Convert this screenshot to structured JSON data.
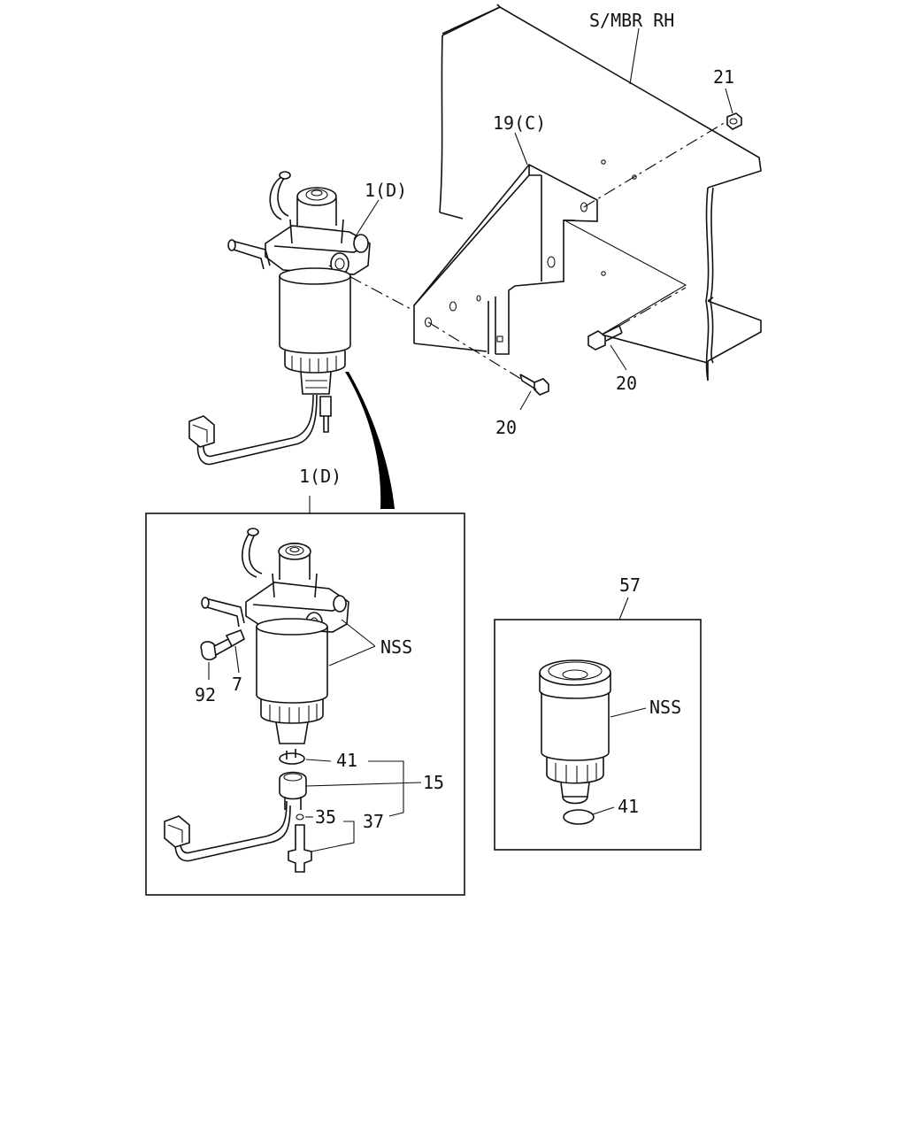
{
  "labels": {
    "frame_member": "S/MBR RH",
    "nut": "21",
    "bracket": "19(C)",
    "filter_assy_main": "1(D)",
    "bolt_right": "20",
    "bolt_left": "20",
    "filter_assy_box": "1(D)",
    "nss_box1": "NSS",
    "part_92": "92",
    "part_7": "7",
    "oring_box1": "41",
    "part_15": "15",
    "part_35": "35",
    "part_37": "37",
    "element_kit": "57",
    "nss_box2": "NSS",
    "oring_box2": "41"
  },
  "colors": {
    "line": "#111111",
    "background": "#ffffff"
  }
}
